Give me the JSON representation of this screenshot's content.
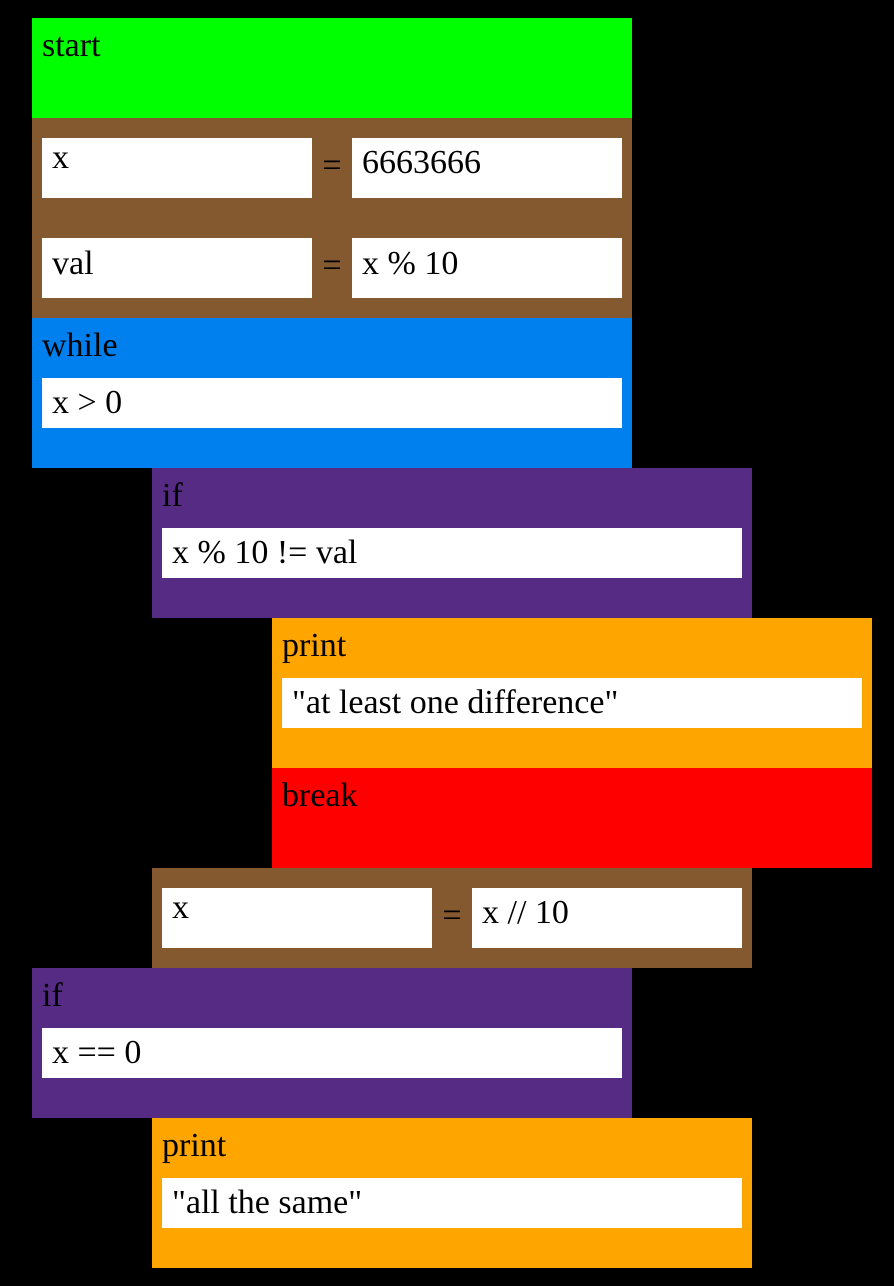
{
  "colors": {
    "background": "#000000",
    "start": "#00ff00",
    "assign": "#85592f",
    "while": "#0080ef",
    "if": "#562b84",
    "print": "#ffa500",
    "break": "#ff0000",
    "field": "#ffffff"
  },
  "blocks": {
    "start": {
      "label": "start"
    },
    "assign_1": {
      "lhs": "x",
      "op": "=",
      "rhs": "6663666"
    },
    "assign_2": {
      "lhs": "val",
      "op": "=",
      "rhs": "x % 10"
    },
    "while_1": {
      "label": "while",
      "condition": "x > 0"
    },
    "if_1": {
      "label": "if",
      "condition": "x % 10 != val"
    },
    "print_1": {
      "label": "print",
      "value": "\"at least one difference\""
    },
    "break_1": {
      "label": "break"
    },
    "assign_3": {
      "lhs": "x",
      "op": "=",
      "rhs": "x // 10"
    },
    "if_2": {
      "label": "if",
      "condition": "x == 0"
    },
    "print_2": {
      "label": "print",
      "value": "\"all the same\""
    }
  }
}
